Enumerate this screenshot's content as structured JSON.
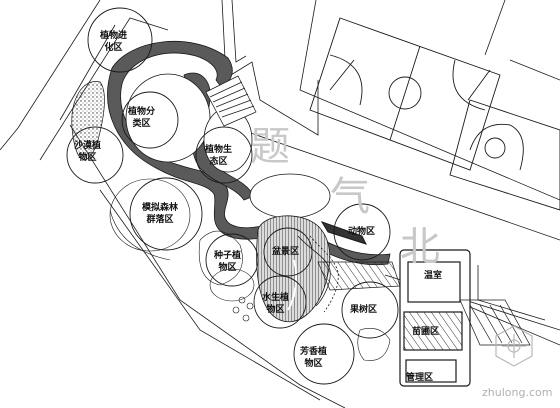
{
  "zones": [
    {
      "id": "z1",
      "label": "植物进\n化区"
    },
    {
      "id": "z2",
      "label": "植物分\n类区"
    },
    {
      "id": "z3",
      "label": "沙漠植\n物区"
    },
    {
      "id": "z4",
      "label": "植物生\n态区"
    },
    {
      "id": "z5",
      "label": "模拟森林\n群落区"
    },
    {
      "id": "z6",
      "label": "种子植\n物区"
    },
    {
      "id": "z7",
      "label": "盆景区"
    },
    {
      "id": "z8",
      "label": "水生植\n物区"
    },
    {
      "id": "z9",
      "label": "动物区"
    },
    {
      "id": "z10",
      "label": "温室"
    },
    {
      "id": "z11",
      "label": "果树区"
    },
    {
      "id": "z12",
      "label": "苗圃区"
    },
    {
      "id": "z13",
      "label": "芳香植\n物区"
    },
    {
      "id": "z14",
      "label": "管理区"
    }
  ],
  "watermark": {
    "text": "zhulong.com"
  },
  "colors": {
    "line": "#1a1a1a",
    "path_fill": "#555555",
    "watermark": "#bdbdbd"
  }
}
